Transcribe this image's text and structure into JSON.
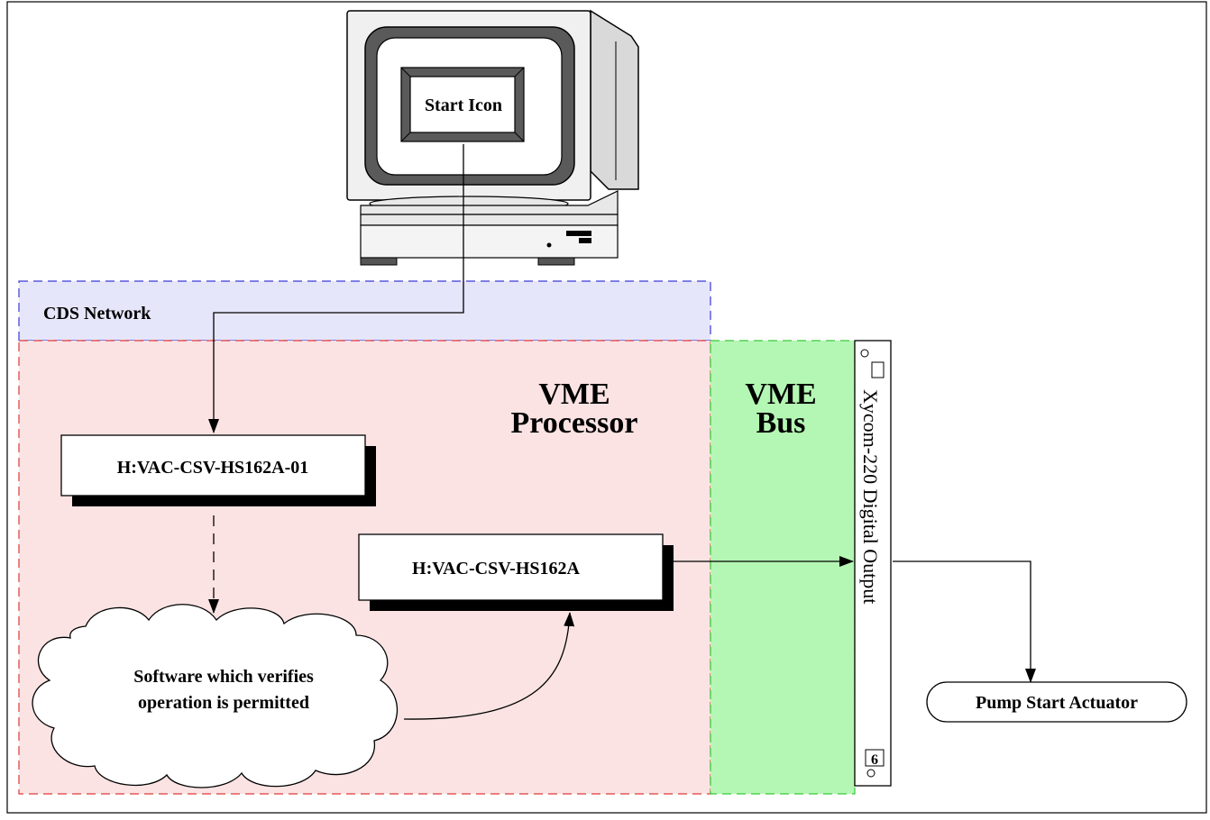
{
  "computer": {
    "screen_label": "Start Icon"
  },
  "regions": {
    "network": {
      "label": "CDS Network",
      "fill": "#e6e6fb",
      "border": "#3a3ad8"
    },
    "processor": {
      "label_line1": "VME",
      "label_line2": "Processor",
      "fill": "#fbe3e3",
      "border": "#e03a3a"
    },
    "bus": {
      "label_line1": "VME",
      "label_line2": "Bus",
      "fill": "#b4f7b4",
      "border": "#39c939"
    }
  },
  "nodes": {
    "record_01": {
      "label": "H:VAC-CSV-HS162A-01"
    },
    "record_main": {
      "label": "H:VAC-CSV-HS162A"
    },
    "software": {
      "line1": "Software which verifies",
      "line2": "operation is permitted"
    },
    "card": {
      "label": "Xycom-220 Digital Output",
      "slot": "6"
    },
    "actuator": {
      "label": "Pump Start Actuator"
    }
  }
}
